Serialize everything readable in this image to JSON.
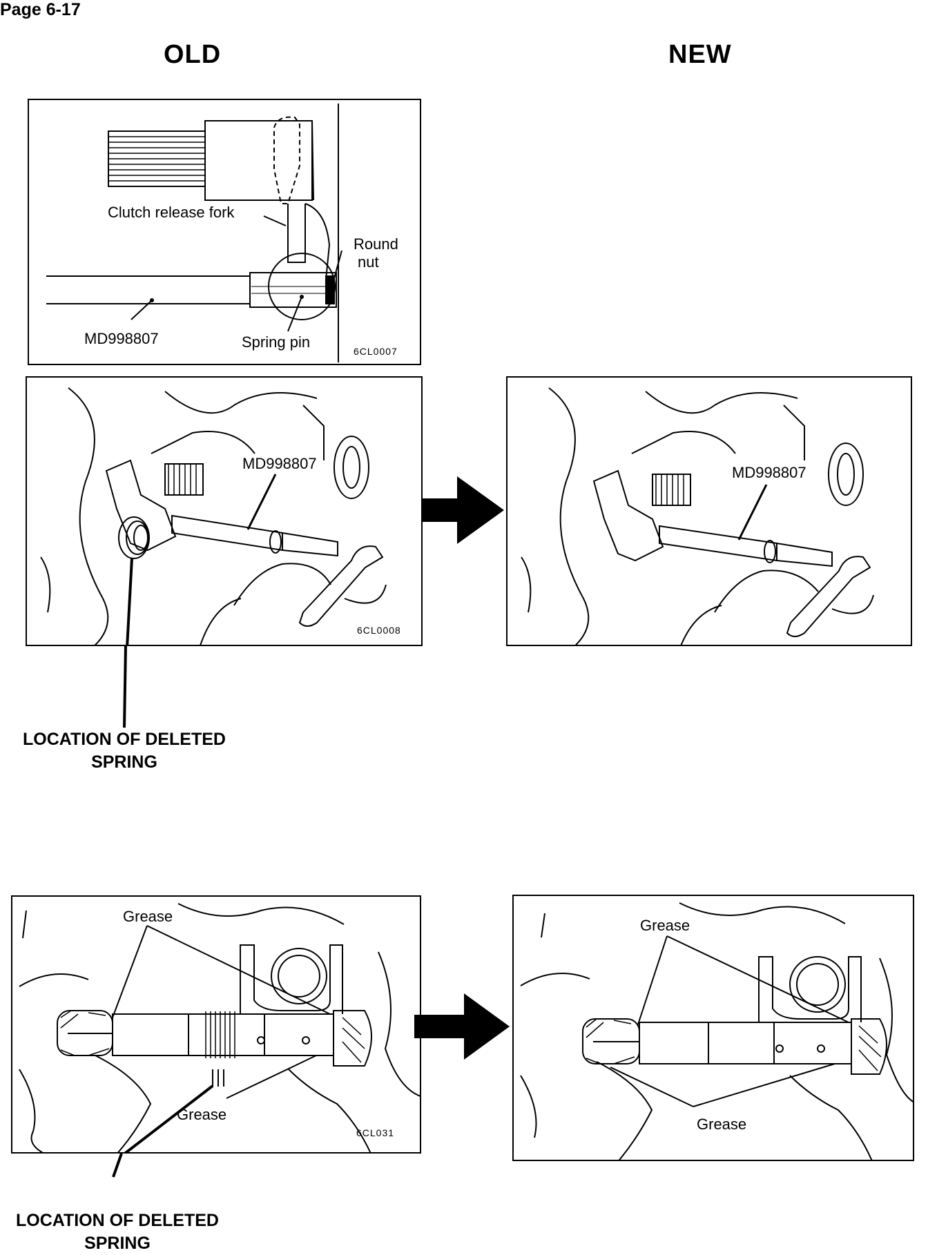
{
  "page": {
    "number": "Page 6-17"
  },
  "columns": {
    "old": "OLD",
    "new": "NEW"
  },
  "diagram1": {
    "labels": {
      "fork": "Clutch release fork",
      "round_nut_line1": "Round",
      "round_nut_line2": "nut",
      "tool": "MD998807",
      "spring_pin": "Spring pin"
    },
    "code": "6CL0007"
  },
  "diagram2_old": {
    "tool": "MD998807",
    "code": "6CL0008"
  },
  "diagram2_new": {
    "tool": "MD998807"
  },
  "diagram3_old": {
    "grease_top": "Grease",
    "grease_bottom": "Grease",
    "code": "6CL031"
  },
  "diagram3_new": {
    "grease_top": "Grease",
    "grease_bottom": "Grease"
  },
  "callouts": {
    "deleted_spring_1_line1": "LOCATION OF DELETED",
    "deleted_spring_1_line2": "SPRING",
    "deleted_spring_2_line1": "LOCATION OF DELETED",
    "deleted_spring_2_line2": "SPRING"
  }
}
